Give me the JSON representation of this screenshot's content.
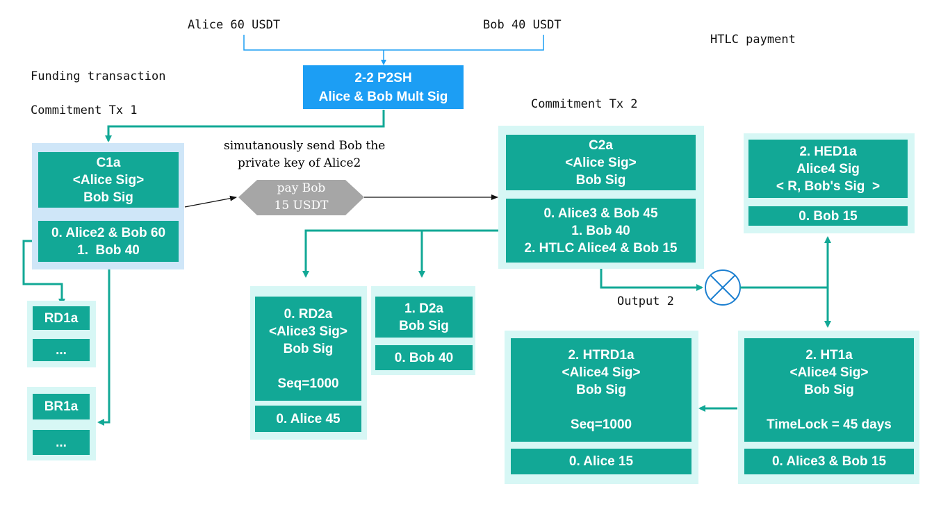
{
  "labels": {
    "alice_funding": "Alice 60 USDT",
    "bob_funding": "Bob 40 USDT",
    "htlc_payment": "HTLC payment",
    "funding_tx": "Funding transaction",
    "commitment_tx1": "Commitment Tx 1",
    "commitment_tx2": "Commitment Tx 2",
    "send_note_1": "simutanously send Bob the",
    "send_note_2": "private key of Alice2",
    "output2": "Output 2"
  },
  "p2sh": {
    "line1": "2-2 P2SH",
    "line2": "Alice & Bob Mult Sig"
  },
  "pay": {
    "line1": "pay Bob",
    "line2": "15 USDT"
  },
  "c1a": {
    "sig": [
      "C1a",
      "<Alice Sig>",
      "Bob Sig"
    ],
    "out": [
      "0. Alice2 & Bob 60",
      "1.  Bob 40"
    ]
  },
  "rd1a": {
    "title": "RD1a",
    "body": "..."
  },
  "br1a": {
    "title": "BR1a",
    "body": "..."
  },
  "rd2a": {
    "sig": [
      "0. RD2a",
      "<Alice3 Sig>",
      "Bob Sig",
      "",
      "Seq=1000"
    ],
    "out": "0. Alice 45"
  },
  "d2a": {
    "sig": [
      "1. D2a",
      "Bob Sig"
    ],
    "out": "0. Bob 40"
  },
  "c2a": {
    "sig": [
      "C2a",
      "<Alice Sig>",
      "Bob Sig"
    ],
    "out": [
      "0. Alice3 & Bob 45",
      "1. Bob 40",
      "2. HTLC Alice4 & Bob 15"
    ]
  },
  "hed1a": {
    "sig": [
      "2. HED1a",
      "Alice4 Sig",
      "< R, Bob's Sig  >"
    ],
    "out": "0. Bob 15"
  },
  "htrd1a": {
    "sig": [
      "2. HTRD1a",
      "<Alice4 Sig>",
      "Bob Sig",
      "",
      "Seq=1000"
    ],
    "out": "0. Alice 15"
  },
  "ht1a": {
    "sig": [
      "2. HT1a",
      "<Alice4 Sig>",
      "Bob Sig",
      "",
      "TimeLock = 45 days"
    ],
    "out": "0. Alice3 & Bob 15"
  },
  "colors": {
    "teal": "#12a896",
    "blue": "#1c9ef4",
    "frame": "#d7f7f5",
    "arrow": "#12a896"
  }
}
